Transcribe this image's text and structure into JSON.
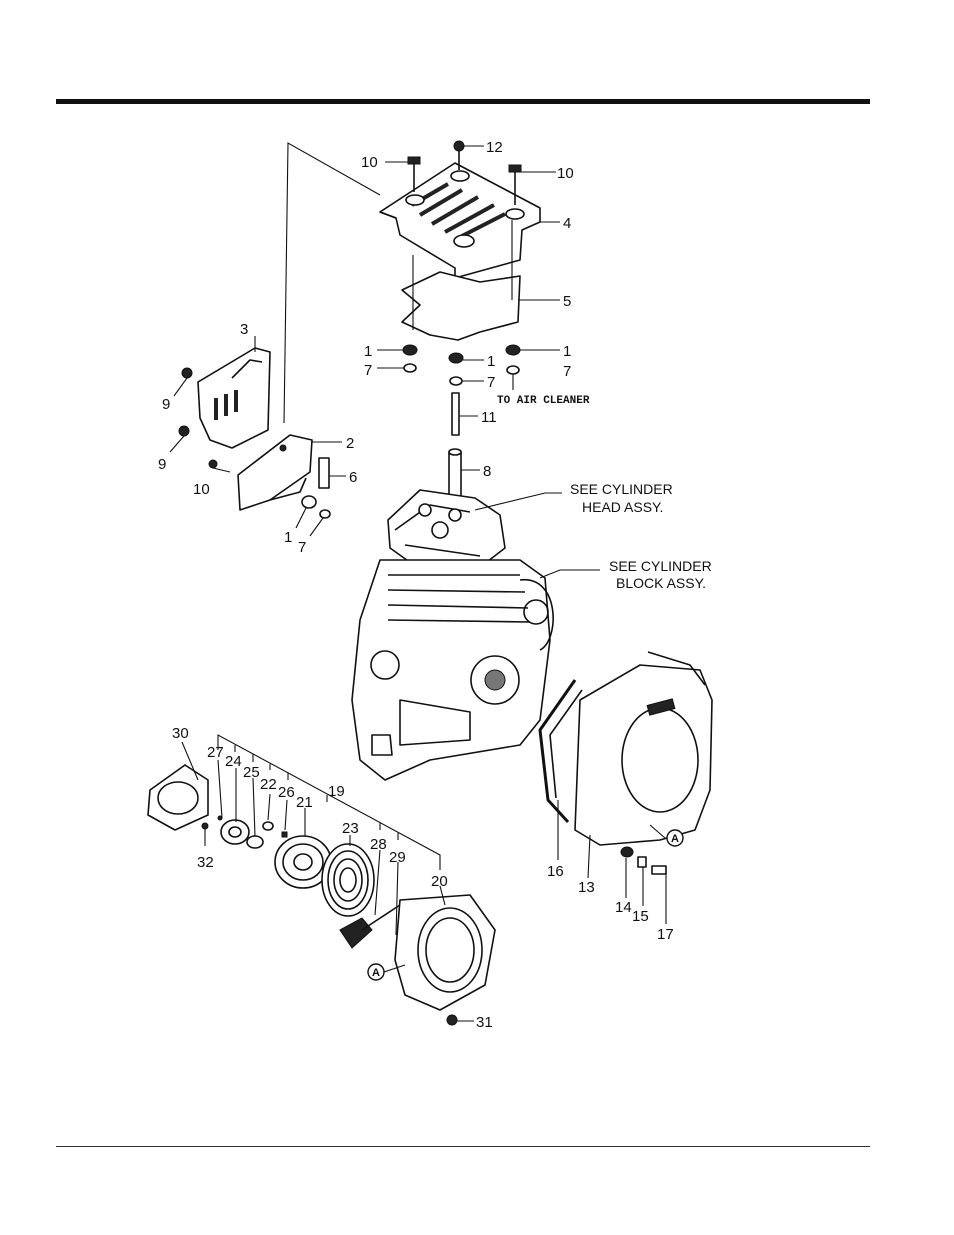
{
  "callouts": {
    "c1a": "1",
    "c1b": "1",
    "c1c": "1",
    "c1d": "1",
    "c2": "2",
    "c3": "3",
    "c4": "4",
    "c5": "5",
    "c6": "6",
    "c7a": "7",
    "c7b": "7",
    "c7c": "7",
    "c7d": "7",
    "c8": "8",
    "c9a": "9",
    "c9b": "9",
    "c10a": "10",
    "c10b": "10",
    "c10c": "10",
    "c11": "11",
    "c12": "12",
    "c13": "13",
    "c14": "14",
    "c15": "15",
    "c16": "16",
    "c17": "17",
    "c19": "19",
    "c20": "20",
    "c21": "21",
    "c22": "22",
    "c23": "23",
    "c24": "24",
    "c25": "25",
    "c26": "26",
    "c27": "27",
    "c28": "28",
    "c29": "29",
    "c30": "30",
    "c31": "31",
    "c32": "32"
  },
  "notes": {
    "air_cleaner": "TO AIR CLEANER",
    "cyl_head_line1": "SEE CYLINDER",
    "cyl_head_line2": "HEAD ASSY.",
    "cyl_block_line1": "SEE CYLINDER",
    "cyl_block_line2": "BLOCK ASSY."
  },
  "reference_marks": {
    "a1": "A",
    "a2": "A"
  },
  "colors": {
    "ink": "#111111",
    "paper": "#ffffff"
  }
}
